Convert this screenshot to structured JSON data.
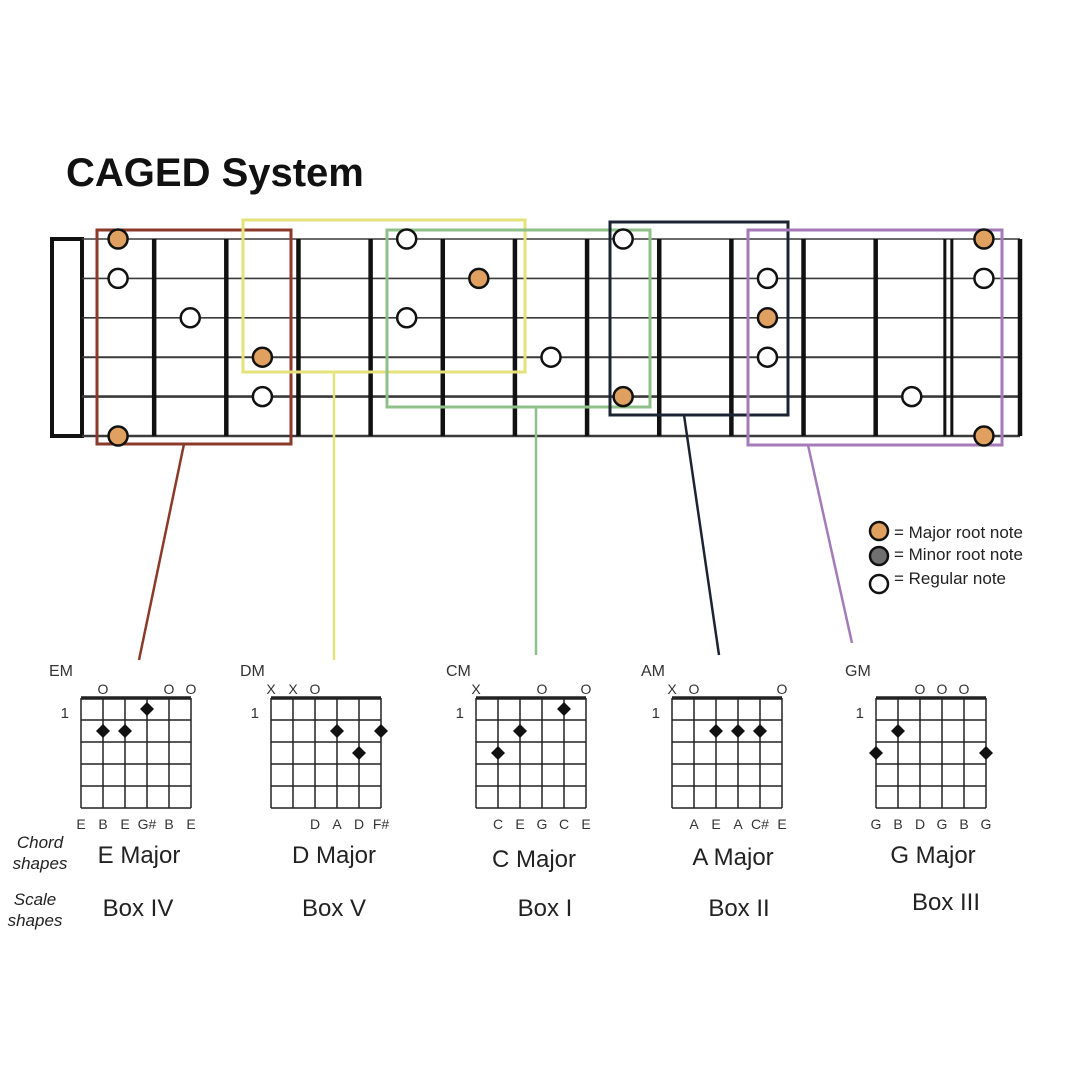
{
  "title": "CAGED System",
  "legend": [
    {
      "label": "= Major root note",
      "kind": "major_root",
      "color": "#e0a060"
    },
    {
      "label": "= Minor root note",
      "kind": "minor_root",
      "color": "#707070"
    },
    {
      "label": "= Regular note",
      "kind": "regular",
      "color": "#ffffff"
    }
  ],
  "row_labels": {
    "chord": [
      "Chord",
      "shapes"
    ],
    "scale": [
      "Scale",
      "shapes"
    ]
  },
  "fretboard": {
    "strings": 6,
    "frets": 13,
    "double_fret": 12,
    "notes": [
      {
        "fret": 1,
        "string": 1,
        "kind": "major_root"
      },
      {
        "fret": 1,
        "string": 2,
        "kind": "regular"
      },
      {
        "fret": 1,
        "string": 6,
        "kind": "major_root"
      },
      {
        "fret": 2,
        "string": 3,
        "kind": "regular"
      },
      {
        "fret": 3,
        "string": 4,
        "kind": "major_root"
      },
      {
        "fret": 3,
        "string": 5,
        "kind": "regular"
      },
      {
        "fret": 5,
        "string": 1,
        "kind": "regular"
      },
      {
        "fret": 5,
        "string": 3,
        "kind": "regular"
      },
      {
        "fret": 6,
        "string": 2,
        "kind": "major_root"
      },
      {
        "fret": 7,
        "string": 4,
        "kind": "regular"
      },
      {
        "fret": 8,
        "string": 1,
        "kind": "regular"
      },
      {
        "fret": 8,
        "string": 5,
        "kind": "major_root"
      },
      {
        "fret": 10,
        "string": 2,
        "kind": "regular"
      },
      {
        "fret": 10,
        "string": 3,
        "kind": "major_root"
      },
      {
        "fret": 10,
        "string": 4,
        "kind": "regular"
      },
      {
        "fret": 12,
        "string": 5,
        "kind": "regular"
      },
      {
        "fret": 13,
        "string": 1,
        "kind": "major_root"
      },
      {
        "fret": 13,
        "string": 2,
        "kind": "regular"
      },
      {
        "fret": 13,
        "string": 6,
        "kind": "major_root"
      }
    ]
  },
  "boxes": [
    {
      "label": "Box IV",
      "chord": "E Major",
      "color": "#8b3a2a"
    },
    {
      "label": "Box V",
      "chord": "D Major",
      "color": "#e6e27a"
    },
    {
      "label": "Box I",
      "chord": "C Major",
      "color": "#8fc08a"
    },
    {
      "label": "Box II",
      "chord": "A Major",
      "color": "#1c2433"
    },
    {
      "label": "Box III",
      "chord": "G Major",
      "color": "#a67ab8"
    }
  ],
  "chords": [
    {
      "name": "EM",
      "chord": "E Major",
      "box": "Box IV",
      "fret_label": "1",
      "markers": [
        "",
        "O",
        "",
        "",
        "O",
        "O"
      ],
      "dots": [
        {
          "string": 2,
          "fret": 2
        },
        {
          "string": 3,
          "fret": 2
        },
        {
          "string": 4,
          "fret": 1
        }
      ],
      "notes": [
        "E",
        "B",
        "E",
        "G#",
        "B",
        "E"
      ]
    },
    {
      "name": "DM",
      "chord": "D Major",
      "box": "Box V",
      "fret_label": "1",
      "markers": [
        "X",
        "X",
        "O",
        "",
        "",
        ""
      ],
      "dots": [
        {
          "string": 4,
          "fret": 2
        },
        {
          "string": 5,
          "fret": 3
        },
        {
          "string": 6,
          "fret": 2
        }
      ],
      "notes": [
        "",
        "",
        "D",
        "A",
        "D",
        "F#"
      ]
    },
    {
      "name": "CM",
      "chord": "C Major",
      "box": "Box I",
      "fret_label": "1",
      "markers": [
        "X",
        "",
        "",
        "O",
        "",
        "O"
      ],
      "dots": [
        {
          "string": 2,
          "fret": 3
        },
        {
          "string": 3,
          "fret": 2
        },
        {
          "string": 5,
          "fret": 1
        }
      ],
      "notes": [
        "",
        "C",
        "E",
        "G",
        "C",
        "E"
      ]
    },
    {
      "name": "AM",
      "chord": "A Major",
      "box": "Box II",
      "fret_label": "1",
      "markers": [
        "X",
        "O",
        "",
        "",
        "",
        "O"
      ],
      "dots": [
        {
          "string": 3,
          "fret": 2
        },
        {
          "string": 4,
          "fret": 2
        },
        {
          "string": 5,
          "fret": 2
        }
      ],
      "notes": [
        "",
        "A",
        "E",
        "A",
        "C#",
        "E"
      ]
    },
    {
      "name": "GM",
      "chord": "G Major",
      "box": "Box III",
      "fret_label": "1",
      "markers": [
        "",
        "",
        "O",
        "O",
        "O",
        ""
      ],
      "dots": [
        {
          "string": 1,
          "fret": 3
        },
        {
          "string": 2,
          "fret": 2
        },
        {
          "string": 6,
          "fret": 3
        }
      ],
      "notes": [
        "G",
        "B",
        "D",
        "G",
        "B",
        "G"
      ]
    }
  ]
}
